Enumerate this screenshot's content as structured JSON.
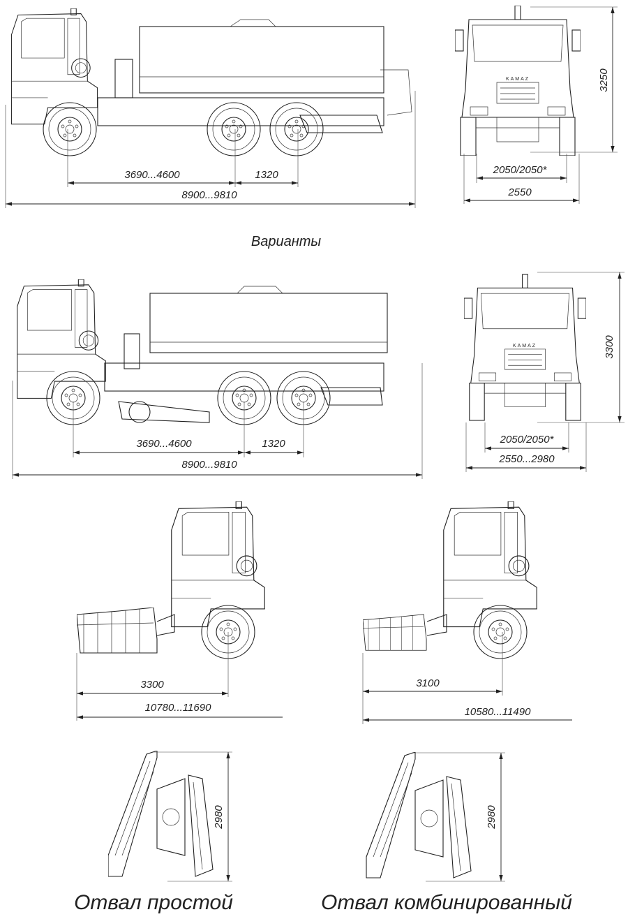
{
  "view1": {
    "side_dims": {
      "wheelbase": "3690...4600",
      "tandem": "1320",
      "overall": "8900...9810"
    },
    "front_dims": {
      "height": "3250",
      "track": "2050/2050*",
      "width": "2550"
    },
    "logo": "KAMAZ"
  },
  "variants_label": "Варианты",
  "view2": {
    "side_dims": {
      "wheelbase": "3690...4600",
      "tandem": "1320",
      "overall": "8900...9810"
    },
    "front_dims": {
      "height": "3300",
      "track": "2050/2050*",
      "width": "2550...2980"
    },
    "logo": "KAMAZ"
  },
  "blade_simple": {
    "front_overhang": "3300",
    "overall": "10780...11690",
    "blade_width": "2980",
    "caption": "Отвал простой"
  },
  "blade_combined": {
    "front_overhang": "3100",
    "overall": "10580...11490",
    "blade_width": "2980",
    "caption": "Отвал комбинированный"
  }
}
